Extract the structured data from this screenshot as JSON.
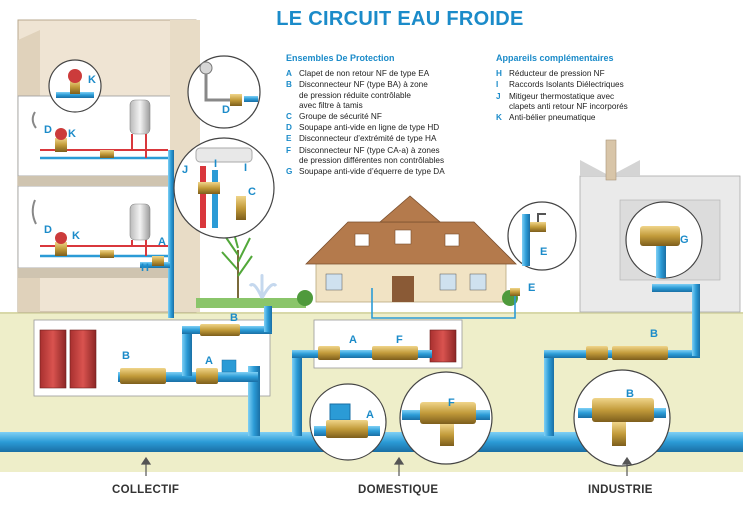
{
  "title": "LE CIRCUIT EAU FROIDE",
  "protection": {
    "heading": "Ensembles De Protection",
    "items": [
      {
        "key": "A",
        "text": "Clapet de non retour NF de type EA"
      },
      {
        "key": "B",
        "text": "Disconnecteur NF (type BA) à zone\nde pression réduite contrôlable\navec filtre à tamis"
      },
      {
        "key": "C",
        "text": "Groupe de sécurité NF"
      },
      {
        "key": "D",
        "text": "Soupape anti-vide en ligne de type HD"
      },
      {
        "key": "E",
        "text": "Disconnecteur d’extrémité de type HA"
      },
      {
        "key": "F",
        "text": "Disconnecteur NF (type CA-a) à zones\nde pression différentes non contrôlables"
      },
      {
        "key": "G",
        "text": "Soupape anti-vide d’équerre de type DA"
      }
    ]
  },
  "complementary": {
    "heading": "Appareils complémentaires",
    "items": [
      {
        "key": "H",
        "text": "Réducteur de pression NF"
      },
      {
        "key": "I",
        "text": "Raccords Isolants Diélectriques"
      },
      {
        "key": "J",
        "text": "Mitigeur thermostatique avec\nclapets anti retour NF incorporés"
      },
      {
        "key": "K",
        "text": "Anti-bélier pneumatique"
      }
    ]
  },
  "zones": {
    "collectif": "COLLECTIF",
    "domestique": "DOMESTIQUE",
    "industrie": "INDUSTRIE"
  },
  "labels": {
    "A": "A",
    "B": "B",
    "C": "C",
    "D": "D",
    "E": "E",
    "F": "F",
    "G": "G",
    "H": "H",
    "I": "I",
    "J": "J",
    "K": "K"
  },
  "colors": {
    "pipe": "#2b9bd6",
    "pipe_dark": "#1a6fa5",
    "accent": "#1b8bc9",
    "hot_pipe": "#d9373c",
    "ground": "#eeeec9",
    "valve": "#c29b3a"
  }
}
